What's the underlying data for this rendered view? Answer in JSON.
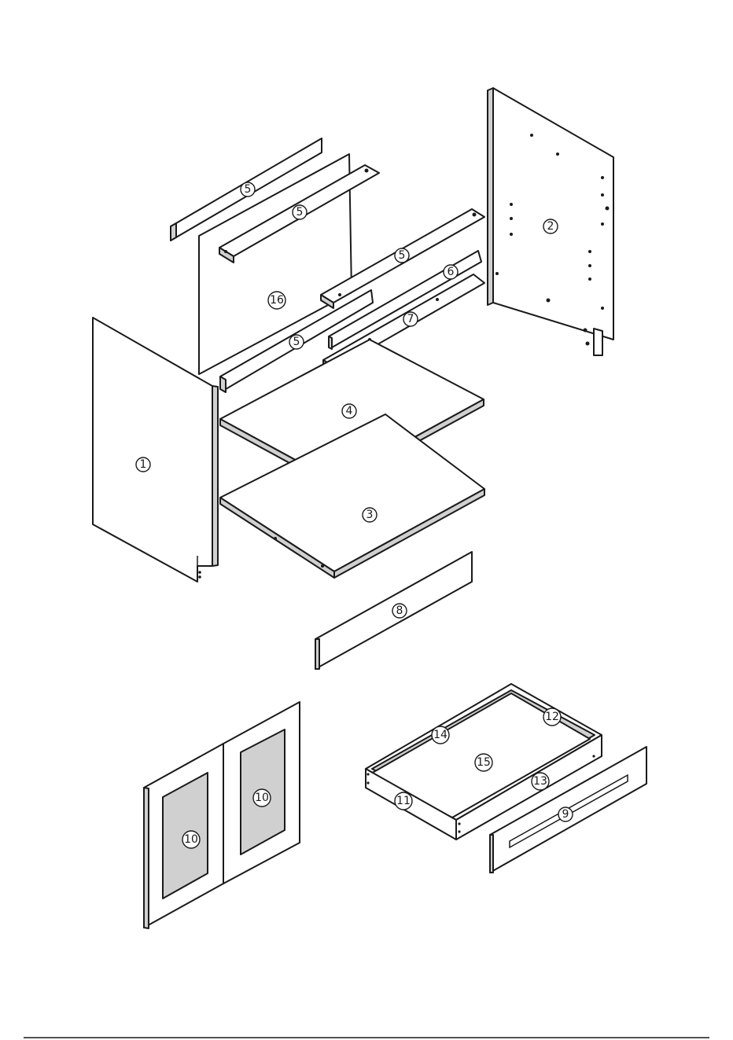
{
  "callouts": {
    "c1": "1",
    "c2": "2",
    "c3": "3",
    "c4": "4",
    "c5a": "5",
    "c5b": "5",
    "c5c": "5",
    "c5d": "5",
    "c6": "6",
    "c7": "7",
    "c8": "8",
    "c9": "9",
    "c10a": "10",
    "c10b": "10",
    "c11": "11",
    "c12": "12",
    "c13": "13",
    "c14": "14",
    "c15": "15",
    "c16": "16"
  }
}
